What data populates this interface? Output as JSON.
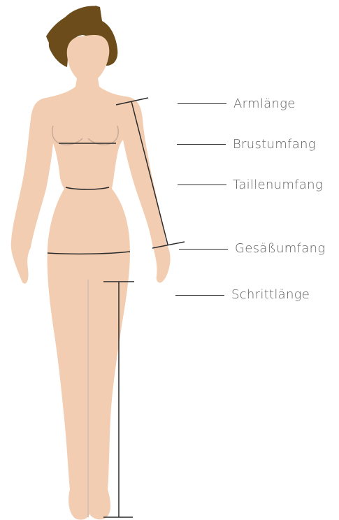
{
  "diagram": {
    "measurements": [
      {
        "id": "armlaenge",
        "label": "Armlänge"
      },
      {
        "id": "brustumfang",
        "label": "Brustumfang"
      },
      {
        "id": "taillenumfang",
        "label": "Taillenumfang"
      },
      {
        "id": "gesaessumfang",
        "label": "Gesäßumfang"
      },
      {
        "id": "schrittlaenge",
        "label": "Schrittlänge"
      }
    ],
    "colors": {
      "skin": "#f2cdb1",
      "hair": "#6b4c1a",
      "line": "#2b2b2b",
      "text": "#5f5f5f",
      "leg_divider": "#d8c0b2"
    }
  }
}
